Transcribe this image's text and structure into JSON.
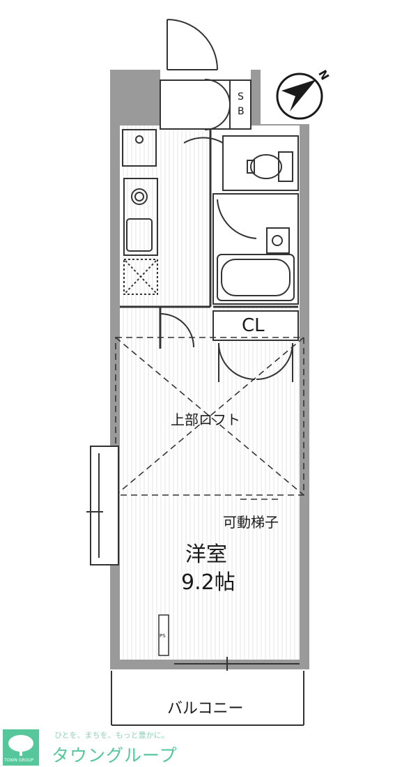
{
  "rooms": {
    "sb_line1": "S",
    "sb_line2": "B",
    "closet": "CL",
    "loft": "上部ロフト",
    "ladder": "可動梯子",
    "room_type": "洋室",
    "room_size": "9.2帖",
    "balcony": "バルコニー",
    "pipe_space": "PS"
  },
  "compass": {
    "north": "N"
  },
  "logo": {
    "slogan": "ひとを、まちを、もっと豊かに。",
    "brand": "タウングループ",
    "mark_text": "TOWN GROUP"
  },
  "colors": {
    "wall": "#9a9a9a",
    "line": "#333333",
    "floor_stripe": "#e9e9e9",
    "brand": "#56c79b"
  }
}
